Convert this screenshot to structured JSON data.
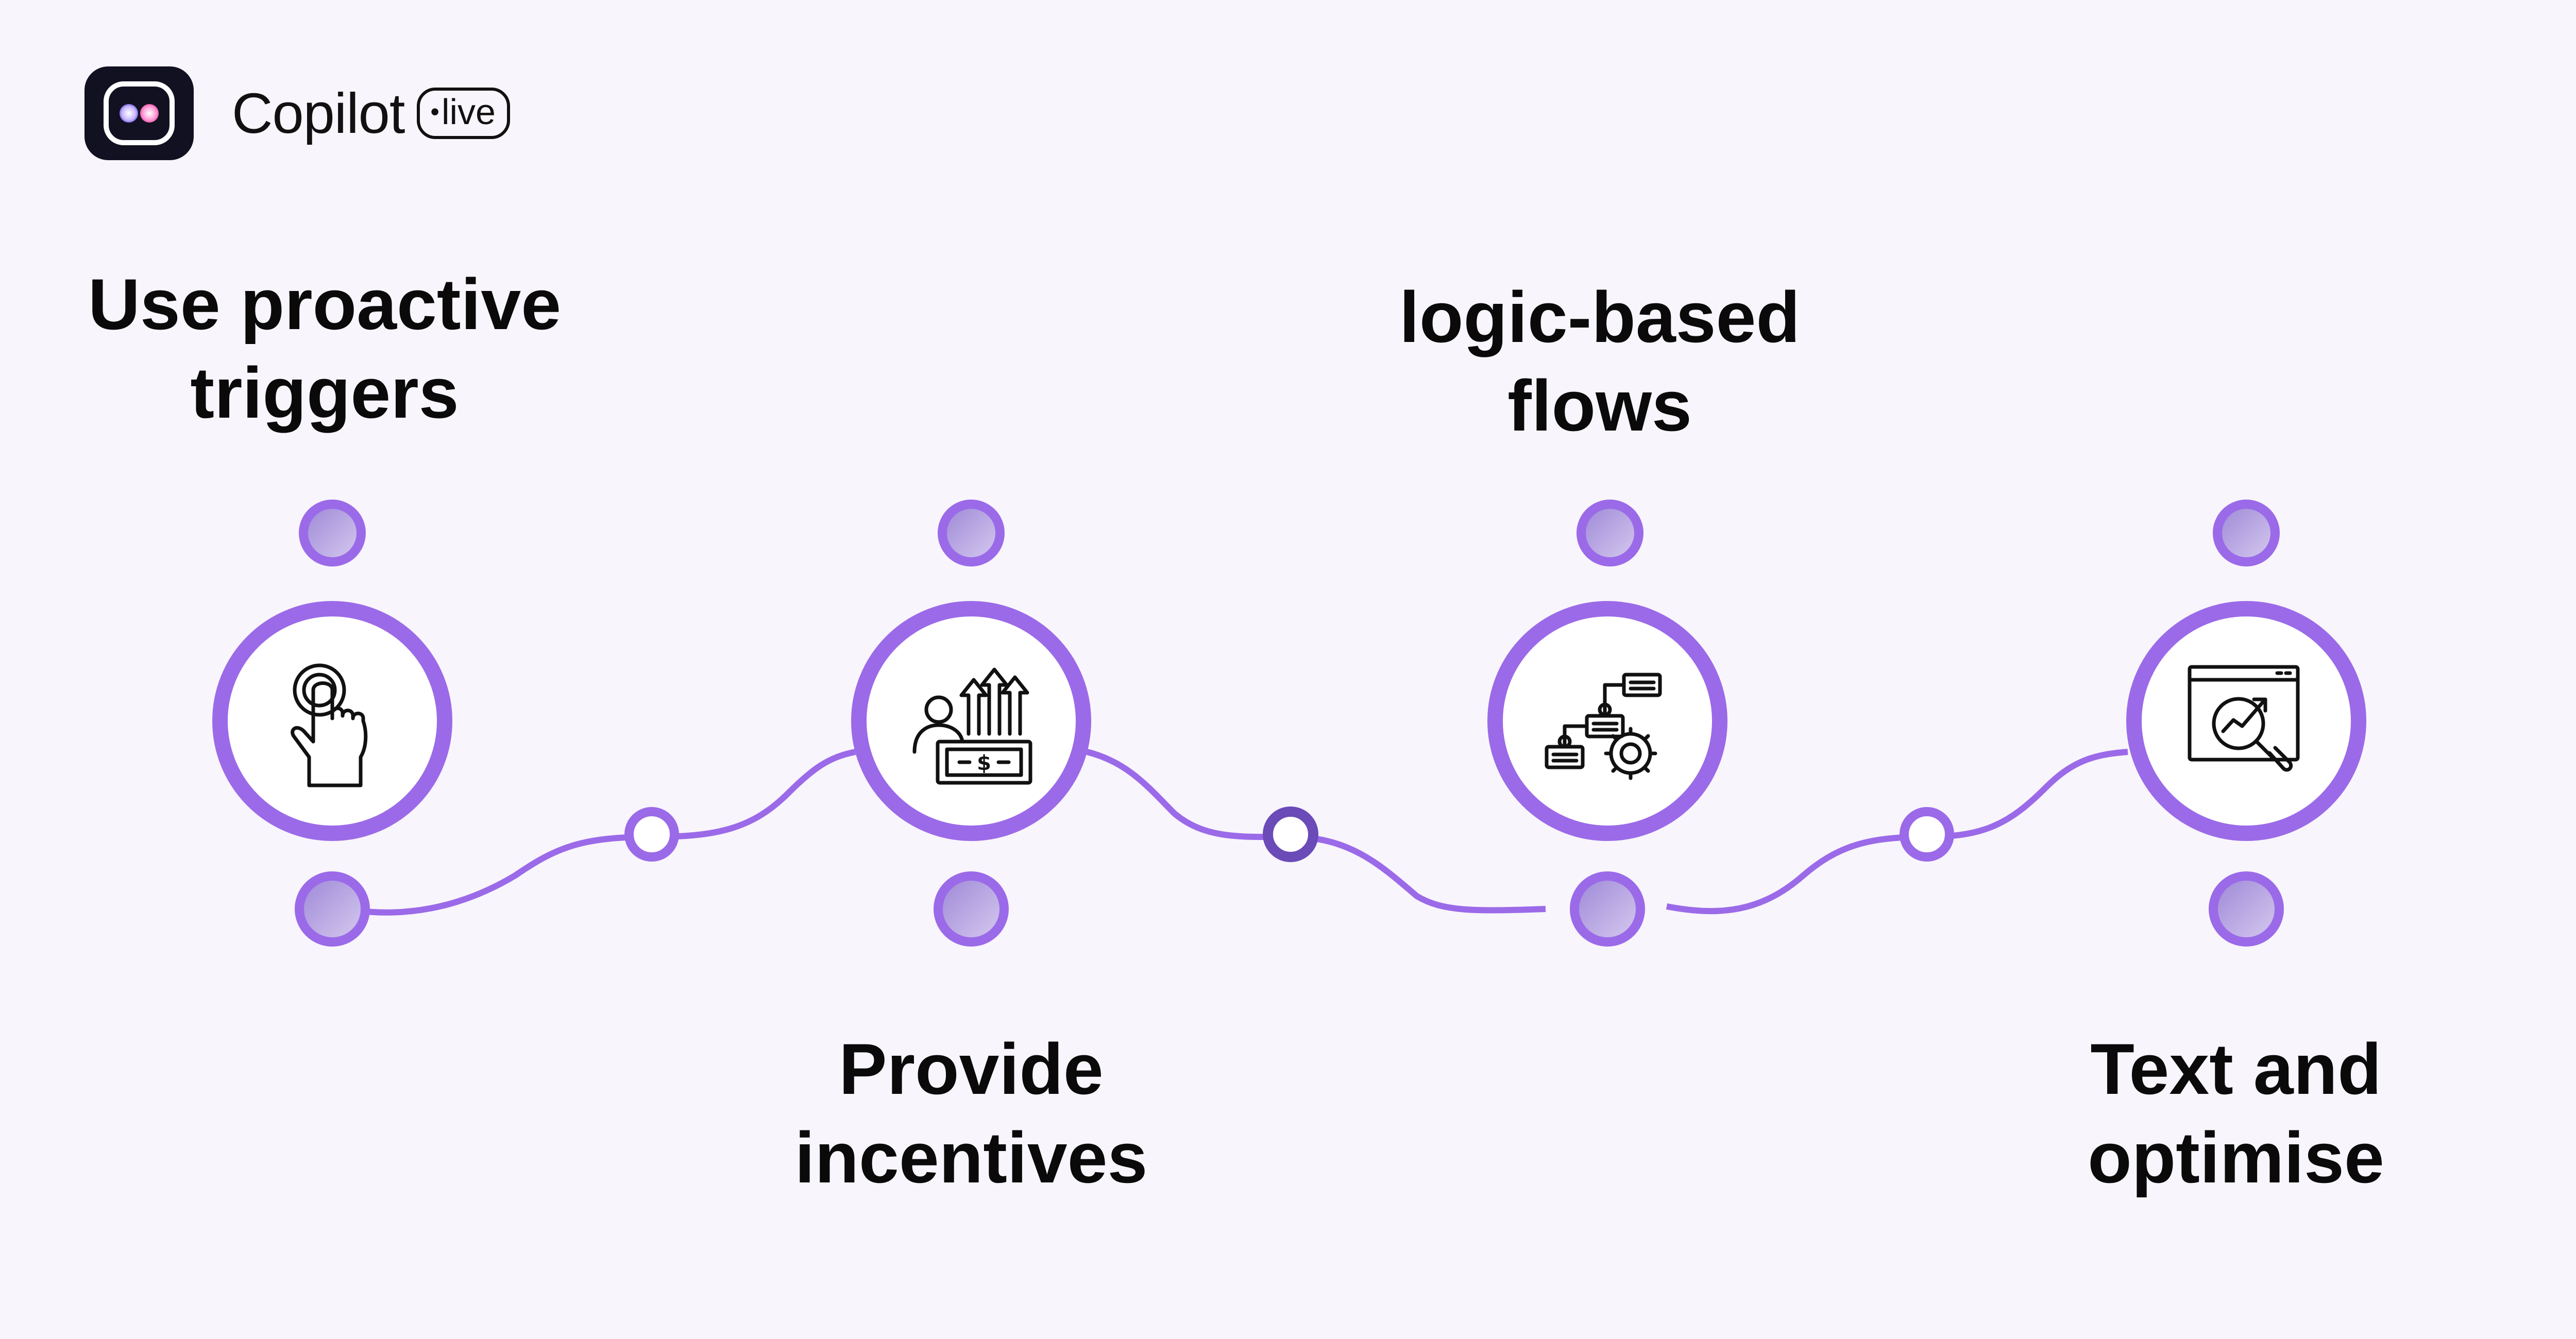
{
  "brand": {
    "name": "Copilot",
    "badge": "live",
    "logo_icon": "copilot-logo-icon"
  },
  "colors": {
    "background": "#f8f5fc",
    "accent": "#9b6ae8",
    "accent_dark": "#6a4bb8",
    "text": "#0a0a0a"
  },
  "steps": [
    {
      "title_line1": "Use proactive",
      "title_line2": "triggers",
      "icon": "tap-hand-icon"
    },
    {
      "title_line1": "Provide",
      "title_line2": "incentives",
      "icon": "money-growth-icon"
    },
    {
      "title_line1": "logic-based",
      "title_line2": "flows",
      "icon": "flowchart-gear-icon"
    },
    {
      "title_line1": "Text and",
      "title_line2": "optimise",
      "icon": "analytics-window-icon"
    }
  ]
}
